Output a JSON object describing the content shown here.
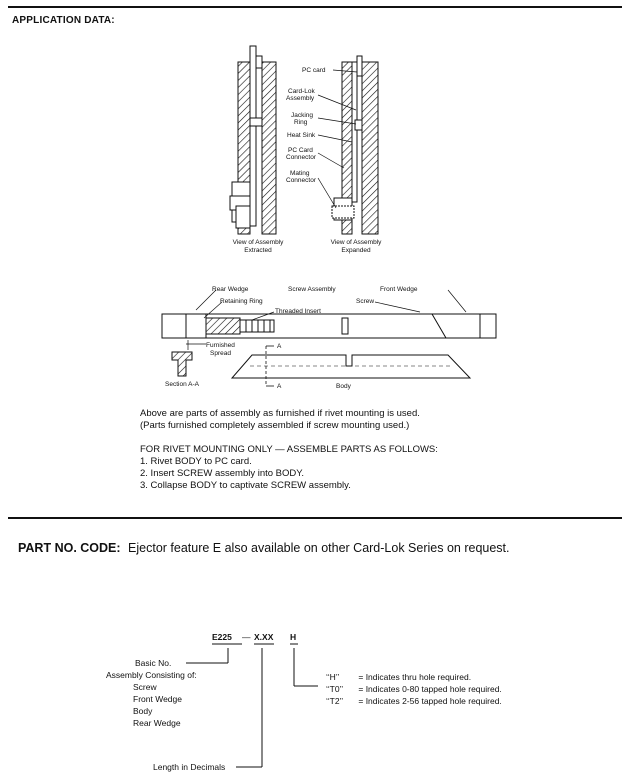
{
  "application_data": {
    "heading": "APPLICATION DATA:",
    "views": {
      "extracted_caption": [
        "View of Assembly",
        "Extracted"
      ],
      "expanded_caption": [
        "View of Assembly",
        "Expanded"
      ],
      "callouts": [
        "PC card",
        "Card-Lok",
        "Assembly",
        "Jacking",
        "Ring",
        "Heat Sink",
        "PC Card",
        "Connector",
        "Mating",
        "Connector"
      ]
    },
    "parts": {
      "rear_wedge": "Rear Wedge",
      "screw_assembly": "Screw Assembly",
      "front_wedge": "Front Wedge",
      "retaining_ring": "Retaining Ring",
      "threaded_insert": "Threaded Insert",
      "screw": "Screw",
      "furnished": "Furnished",
      "spread": "Spread",
      "section": "Section A-A",
      "section_mark": "A",
      "body": "Body"
    },
    "notes": [
      "Above are parts of assembly as furnished if rivet mounting is used.",
      "(Parts furnished completely assembled if screw mounting used.)"
    ],
    "rivet_heading": "FOR RIVET MOUNTING ONLY — ASSEMBLE PARTS AS FOLLOWS:",
    "rivet_steps": [
      "1. Rivet BODY to PC card.",
      "2. Insert SCREW assembly into BODY.",
      "3. Collapse BODY to captivate SCREW assembly."
    ]
  },
  "part_code": {
    "heading": "PART NO. CODE:",
    "description": "Ejector feature E also available on other Card-Lok Series on request.",
    "code_base": "E225",
    "code_dash": "—",
    "code_length": "X.XX",
    "code_hole": "H",
    "basic_lines": [
      "Basic No.",
      "Assembly Consisting of:",
      "Screw",
      "Front Wedge",
      "Body",
      "Rear Wedge"
    ],
    "length_label": "Length in Decimals",
    "hole_options": [
      {
        "code": "‘‘H’’",
        "text": "= Indicates thru hole required."
      },
      {
        "code": "‘‘T0’’",
        "text": "= Indicates 0-80 tapped hole required."
      },
      {
        "code": "‘‘T2’’",
        "text": "= Indicates 2-56 tapped hole required."
      }
    ]
  }
}
